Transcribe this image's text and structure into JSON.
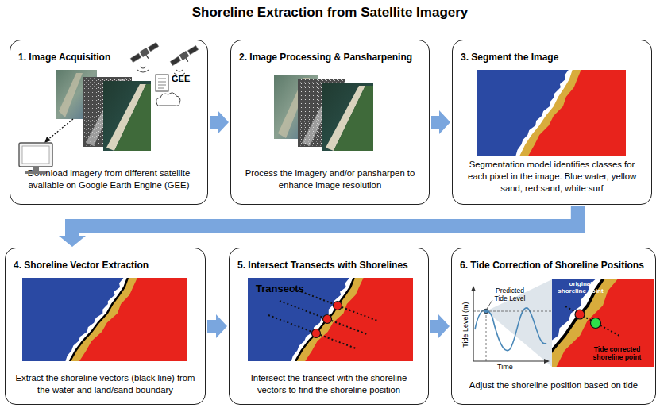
{
  "diagram": {
    "title": "Shoreline Extraction from Satellite Imagery",
    "nodes": [
      {
        "text": [
          "1. Image Acquisition",
          "Download imagery from different satellite available on Google Earth Engine (GEE)"
        ]
      },
      {
        "text": [
          "2. Image Processing & Pansharpening",
          "Process the imagery and/or pansharpen to enhance image resolution"
        ]
      },
      {
        "text": [
          "3. Segment the Image",
          "Segmentation model identifies classes for each pixel in the image. Blue:water, yellow sand, red:sand, white:surf"
        ]
      },
      {
        "text": [
          "4. Shoreline Vector Extraction",
          "Extract the shoreline vectors (black line) from the water and land/sand boundary"
        ]
      },
      {
        "text": [
          "5. Intersect Transects with Shorelines",
          "Intersect the transect with the shoreline vectors to find the shoreline position"
        ]
      },
      {
        "text": [
          "6. Tide Correction of Shoreline Positions",
          "Adjust the shoreline position based on tide"
        ]
      }
    ],
    "edges": [
      {
        "from": 0,
        "to": 1,
        "arrow": "to"
      },
      {
        "from": 1,
        "to": 2,
        "arrow": "to"
      },
      {
        "from": 2,
        "to": 3,
        "arrow": "to"
      },
      {
        "from": 3,
        "to": 4,
        "arrow": "to"
      },
      {
        "from": 4,
        "to": 5,
        "arrow": "to"
      }
    ],
    "labels": [
      "GEE",
      "Transects",
      "Predicted Tide Level",
      "Tide Level (m)",
      "Time",
      "original shoreline point",
      "Tide corrected shoreline point"
    ]
  }
}
